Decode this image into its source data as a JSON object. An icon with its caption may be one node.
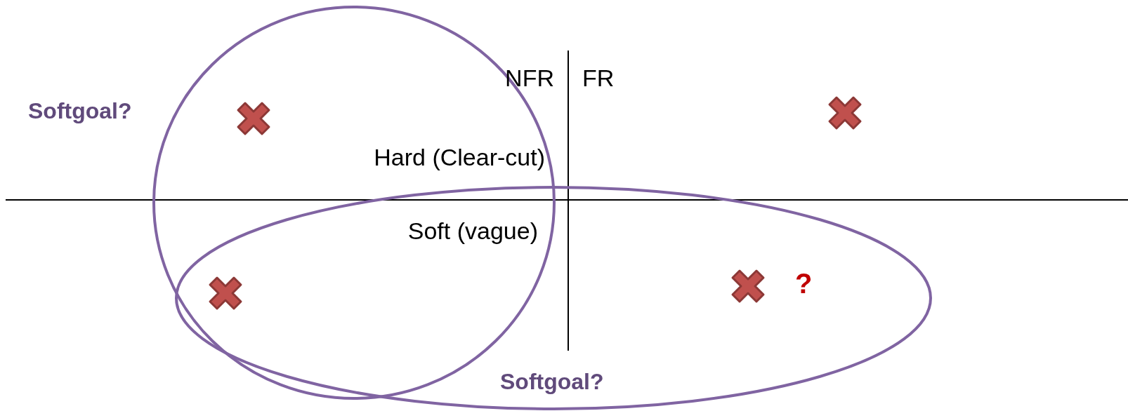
{
  "diagram": {
    "labels": [
      "Softgoal?",
      "NFR",
      "FR",
      "Hard (Clear-cut)",
      "Soft (vague)",
      "?",
      "Softgoal?"
    ]
  }
}
